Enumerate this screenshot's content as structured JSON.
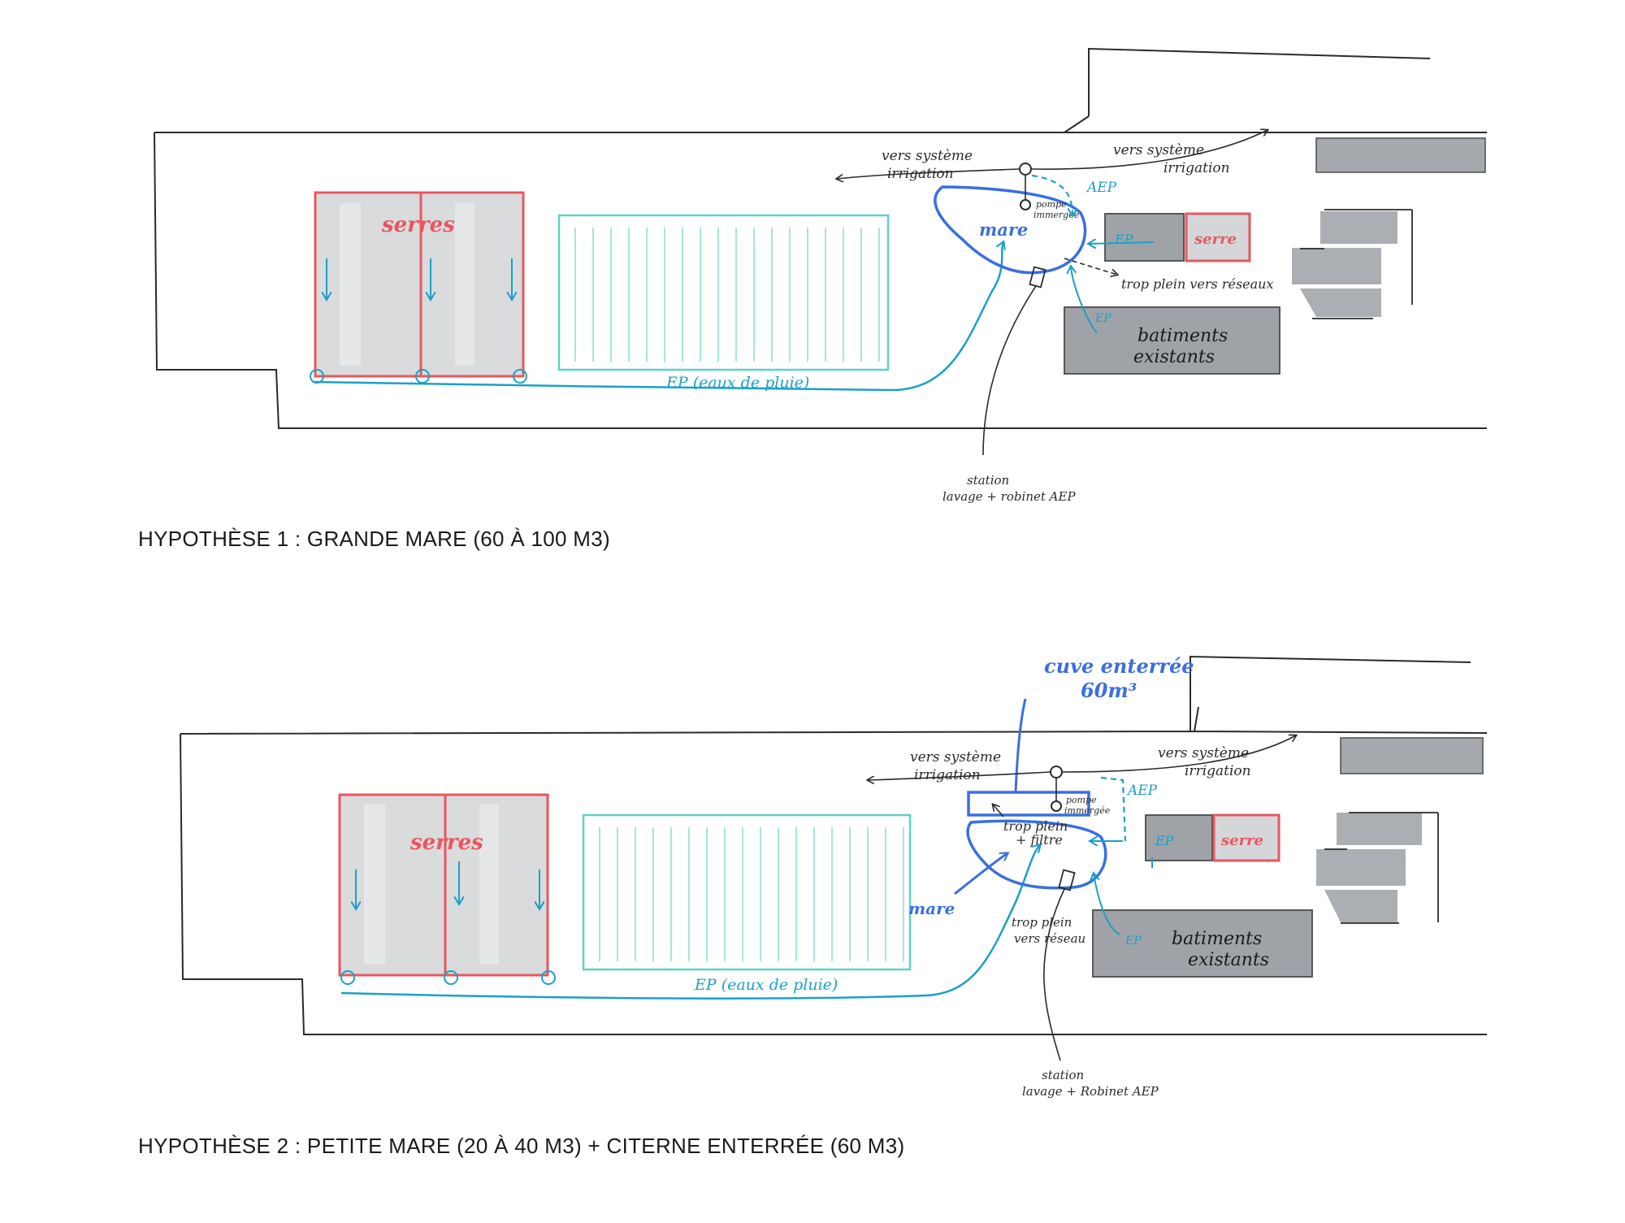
{
  "captions": {
    "h1": "HYPOTHÈSE 1 : GRANDE MARE (60 À 100 M3)",
    "h2": "HYPOTHÈSE 2 : PETITE MARE (20 À 40 M3) + CITERNE ENTERRÉE (60 M3)"
  },
  "labels": {
    "serres": "serres",
    "serre": "serre",
    "mare": "mare",
    "ep_pluie": "EP (eaux de pluie)",
    "ep": "EP",
    "aep": "AEP",
    "pompe_1": "pompe",
    "pompe_2": "immergée",
    "vers_sys_1": "vers système",
    "vers_sys_2": "irrigation",
    "trop_plein_h1": "trop plein vers réseaux",
    "trop_plein_h2_1": "trop plein",
    "trop_plein_h2_2": "vers réseau",
    "trop_plein_filtre_1": "trop plein",
    "trop_plein_filtre_2": "+ filtre",
    "batiments_1": "batiments",
    "batiments_2": "existants",
    "station_1": "station",
    "station_2_h1": "lavage + robinet AEP",
    "station_2_h2": "lavage + Robinet AEP",
    "cuve_1": "cuve enterrée",
    "cuve_2": "60m³"
  },
  "colors": {
    "outline": "#2b2b2b",
    "greenhouse": "#e8575f",
    "water": "#1ba0c8",
    "pond": "#3b6fe0",
    "parking": "#5fd3c0",
    "building": "#8f9499"
  }
}
